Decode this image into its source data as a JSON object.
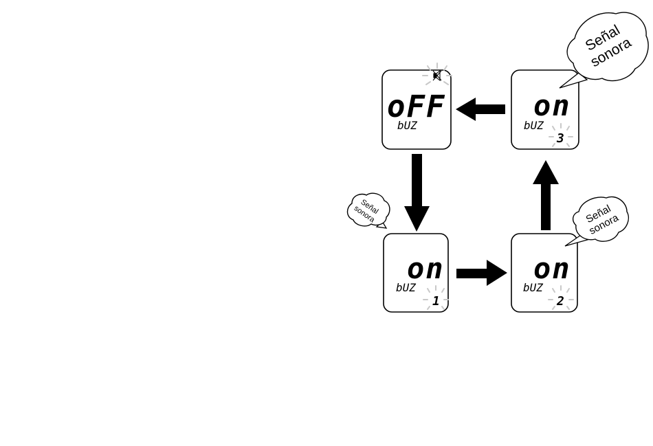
{
  "displays": {
    "off": {
      "main": "oFF",
      "sub": "bUZ"
    },
    "on1": {
      "main": "on",
      "sub": "bUZ",
      "index": "1"
    },
    "on2": {
      "main": "on",
      "sub": "bUZ",
      "index": "2"
    },
    "on3": {
      "main": "on",
      "sub": "bUZ",
      "index": "3"
    }
  },
  "bubbles": {
    "b1": {
      "line1": "Señal",
      "line2": "sonora"
    },
    "b2": {
      "line1": "Señal",
      "line2": "sonora"
    },
    "b3": {
      "line1": "Señal",
      "line2": "sonora"
    }
  },
  "icons": {
    "mute": "speaker-muted-icon",
    "blink": "blink-rays-icon"
  },
  "colors": {
    "ink": "#000000",
    "rays": "#c8c8c8",
    "paper": "#ffffff"
  }
}
